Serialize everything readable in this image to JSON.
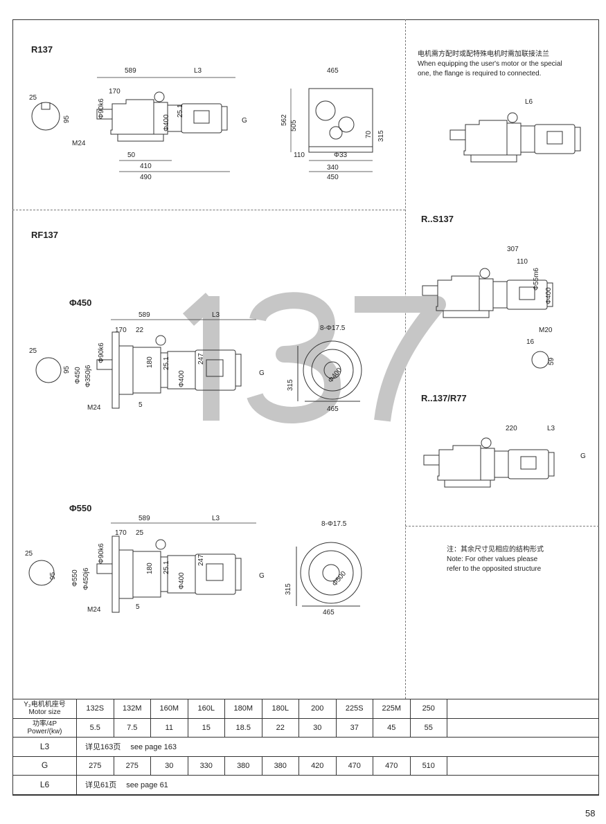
{
  "watermark": "137",
  "r137": {
    "title": "R137",
    "labels": [
      "25",
      "95",
      "589",
      "L3",
      "170",
      "Φ90k6",
      "Φ400",
      "25.1",
      "G",
      "M24",
      "50",
      "410",
      "490",
      "465",
      "562",
      "505",
      "70",
      "315",
      "110",
      "Φ33",
      "340",
      "450"
    ]
  },
  "flange_note": {
    "zh": "电机需方配时或配特殊电机时需加联接法兰",
    "en1": "When equipping the user's motor or the special",
    "en2": "one, the flange is required to connected.",
    "l6": "L6"
  },
  "rs137": {
    "title": "R..S137",
    "labels": [
      "307",
      "110",
      "Φ55m6",
      "Φ400",
      "M20",
      "16",
      "59"
    ]
  },
  "r137r77": {
    "title": "R..137/R77",
    "labels": [
      "220",
      "L3",
      "G"
    ]
  },
  "note": {
    "zh": "注：其余尺寸见相应的结构形式",
    "en1": "Note: For other values please",
    "en2": "refer to the opposited structure"
  },
  "rf137": {
    "title": "RF137",
    "f450": {
      "title": "Φ450",
      "labels": [
        "589",
        "L3",
        "170",
        "22",
        "Φ90k6",
        "25",
        "95",
        "Φ450",
        "Φ350j6",
        "180",
        "25.1",
        "247",
        "Φ400",
        "G",
        "M24",
        "5",
        "8-Φ17.5",
        "Φ400",
        "315",
        "465"
      ]
    },
    "f550": {
      "title": "Φ550",
      "labels": [
        "589",
        "L3",
        "170",
        "25",
        "Φ90k6",
        "25",
        "95",
        "Φ550",
        "Φ450j6",
        "180",
        "25.1",
        "247",
        "Φ400",
        "G",
        "M24",
        "5",
        "8-Φ17.5",
        "Φ500",
        "315",
        "465"
      ]
    }
  },
  "table": {
    "rows": [
      {
        "header": [
          "Y₂电机机座号",
          "Motor size"
        ],
        "cells": [
          "132S",
          "132M",
          "160M",
          "160L",
          "180M",
          "180L",
          "200",
          "225S",
          "225M",
          "250"
        ]
      },
      {
        "header": [
          "功率/4P",
          "Power/(kw)"
        ],
        "cells": [
          "5.5",
          "7.5",
          "11",
          "15",
          "18.5",
          "22",
          "30",
          "37",
          "45",
          "55"
        ]
      },
      {
        "header": [
          "L3"
        ],
        "zh": "详见163页",
        "en": "see page 163"
      },
      {
        "header": [
          "G"
        ],
        "cells": [
          "275",
          "275",
          "30",
          "330",
          "380",
          "380",
          "420",
          "470",
          "470",
          "510"
        ]
      },
      {
        "header": [
          "L6"
        ],
        "zh": "详见61页",
        "en": "see page 61"
      }
    ]
  },
  "page_number": "58"
}
